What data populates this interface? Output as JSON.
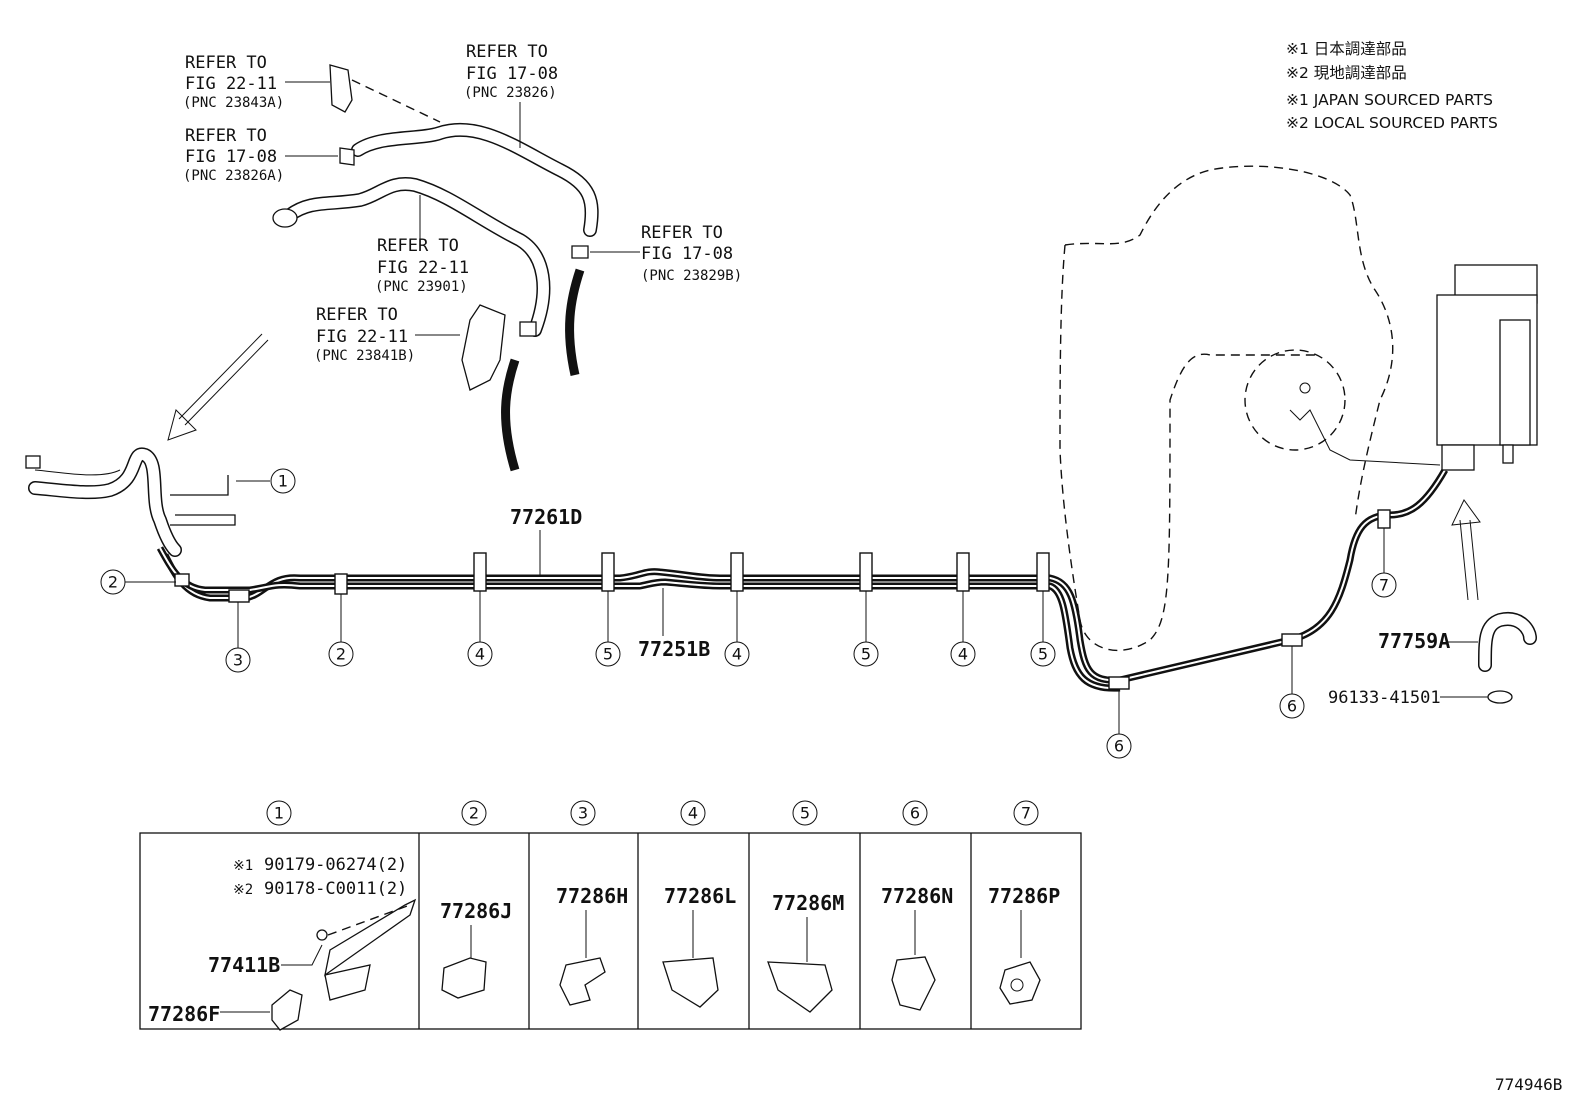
{
  "notes": {
    "line1": "※1 日本調達部品",
    "line2": "※2 現地調達部品",
    "line3": "※1 JAPAN SOURCED PARTS",
    "line4": "※2 LOCAL SOURCED PARTS"
  },
  "references": [
    {
      "refer": "REFER TO",
      "fig": "FIG 22-11",
      "pnc": "(PNC 23843A)"
    },
    {
      "refer": "REFER TO",
      "fig": "FIG 17-08",
      "pnc": "(PNC 23826)"
    },
    {
      "refer": "REFER TO",
      "fig": "FIG 17-08",
      "pnc": "(PNC 23826A)"
    },
    {
      "refer": "REFER TO",
      "fig": "FIG 17-08",
      "pnc": "(PNC 23829B)"
    },
    {
      "refer": "REFER TO",
      "fig": "FIG 22-11",
      "pnc": "(PNC 23901)"
    },
    {
      "refer": "REFER TO",
      "fig": "FIG 22-11",
      "pnc": "(PNC 23841B)"
    }
  ],
  "parts": {
    "main_tube_upper": "77261D",
    "main_tube_lower": "77251B",
    "canister_hose": "77759A",
    "hose_clamp": "96133-41501"
  },
  "callouts": {
    "c1": "1",
    "c2": "2",
    "c3": "3",
    "c4": "4",
    "c5": "5",
    "c6": "6",
    "c7": "7"
  },
  "legend": {
    "headers": [
      "1",
      "2",
      "3",
      "4",
      "5",
      "6",
      "7"
    ],
    "box1": {
      "note1_mark": "※1",
      "note1_part": "90179-06274(2)",
      "note2_mark": "※2",
      "note2_part": "90178-C0011(2)",
      "bracket": "77411B",
      "clamp": "77286F"
    },
    "box_parts": [
      "77286J",
      "77286H",
      "77286L",
      "77286M",
      "77286N",
      "77286P"
    ]
  },
  "diagram_id": "774946B"
}
